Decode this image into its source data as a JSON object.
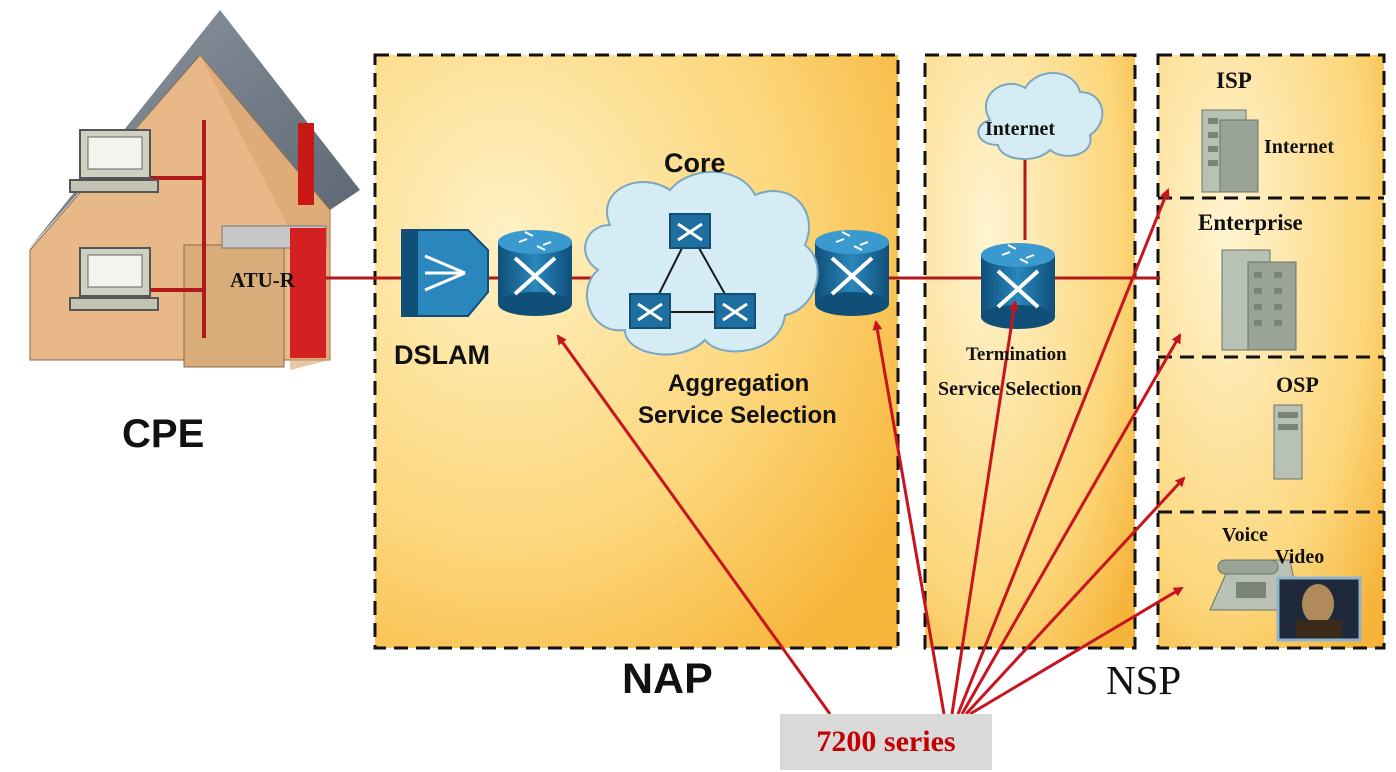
{
  "labels": {
    "cpe": "CPE",
    "atu_r": "ATU-R",
    "dslam": "DSLAM",
    "core": "Core",
    "aggregation_line1": "Aggregation",
    "aggregation_line2": "Service Selection",
    "termination_line1": "Termination",
    "termination_line2": "Service Selection",
    "internet_cloud": "Internet",
    "nap": "NAP",
    "nsp": "NSP",
    "isp": "ISP",
    "isp_internet": "Internet",
    "enterprise": "Enterprise",
    "osp": "OSP",
    "voice": "Voice",
    "video": "Video",
    "series": "7200 series"
  },
  "colors": {
    "link_line": "#b0181b",
    "arrow": "#c8141e",
    "router_fill": "#1d6fa0",
    "region_fill": "#fbcd63",
    "cloud_fill": "#d6ecf5"
  }
}
